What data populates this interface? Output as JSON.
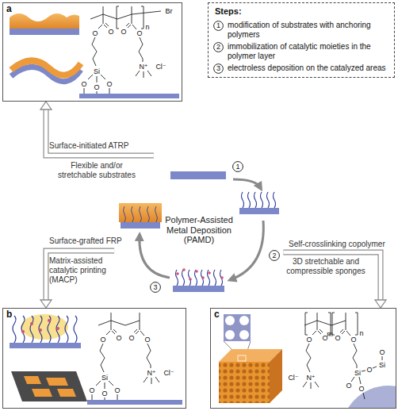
{
  "diagram": {
    "nodes": [
      {
        "text": [
          "a"
        ]
      },
      {
        "text": [
          "Steps:",
          "modification of substrates with anchoring polymers",
          "immobilization of catalytic moieties in the polymer layer",
          "electroless deposition on the catalyzed areas"
        ]
      },
      {
        "text": [
          "1"
        ],
        "in": 1
      },
      {
        "text": [
          "2"
        ],
        "in": 1
      },
      {
        "text": [
          "3"
        ],
        "in": 1
      },
      {
        "text": [
          "Polymer-Assisted Metal Deposition (PAMD)"
        ]
      },
      {
        "text": [
          "1"
        ],
        "in": 5
      },
      {
        "text": [
          "2"
        ],
        "in": 5
      },
      {
        "text": [
          "3"
        ],
        "in": 5
      },
      {
        "text": [
          "b"
        ]
      },
      {
        "text": [
          "c"
        ]
      }
    ],
    "edges": [
      {
        "from": 5,
        "to": 0,
        "arrow": "to"
      },
      {
        "from": 5,
        "to": 9,
        "arrow": "to"
      },
      {
        "from": 5,
        "to": 10,
        "arrow": "to"
      }
    ],
    "labels": [
      "Surface-initiated ATRP",
      "Flexible and/or stretchable substrates",
      "Surface-grafted FRP",
      "Matrix-assisted catalytic printing (MACP)",
      "Self-crosslinking copolymer",
      "3D stretchable and compressible sponges",
      "n",
      "Br",
      "O",
      "O",
      "O",
      "O",
      "Si",
      "O",
      "O",
      "O",
      "N⁺",
      "Cl⁻",
      "O",
      "O",
      "O",
      "O",
      "Si",
      "O",
      "O",
      "O",
      "N⁺",
      "Cl⁻",
      "m",
      "n",
      "O",
      "O",
      "O",
      "O",
      "N⁺",
      "Cl⁻",
      "Si",
      "O",
      "O",
      "O",
      "Si",
      "O"
    ]
  }
}
